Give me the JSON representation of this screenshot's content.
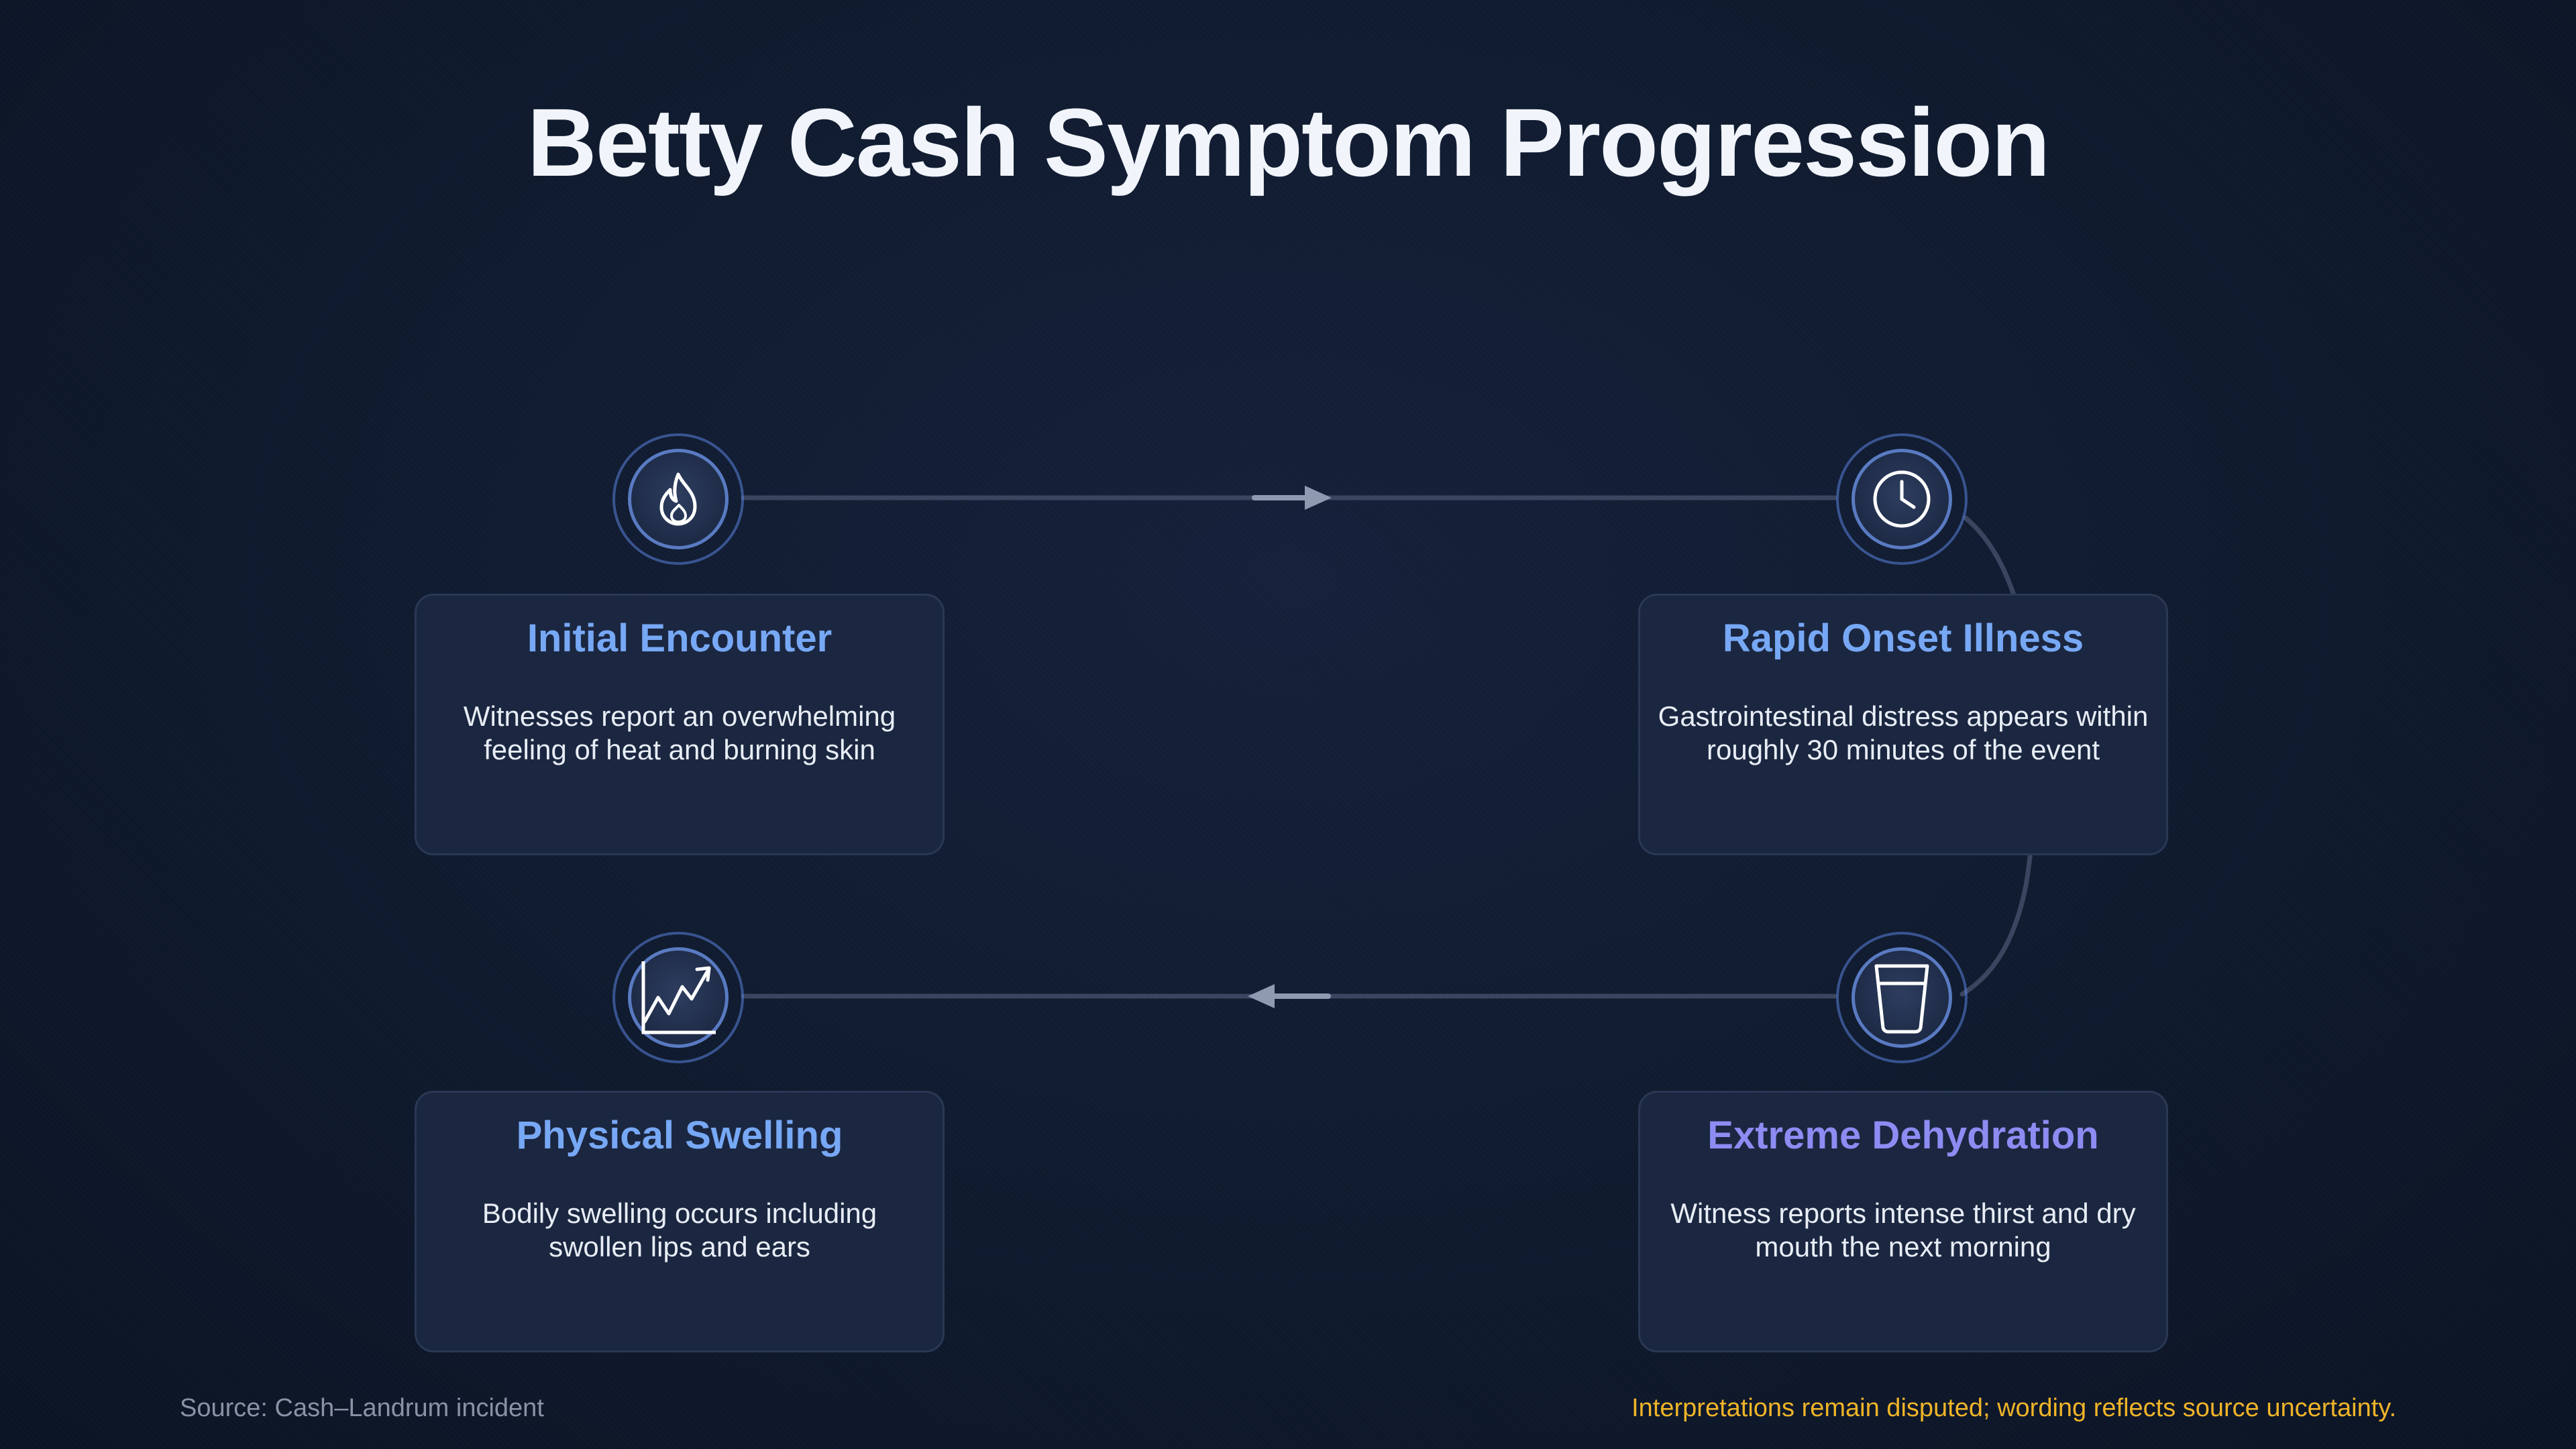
{
  "title": "Betty Cash Symptom Progression",
  "steps": [
    {
      "heading": "Initial Encounter",
      "description": "Witnesses report an overwhelming feeling of heat and burning skin",
      "icon": "flame-icon"
    },
    {
      "heading": "Rapid Onset Illness",
      "description": "Gastrointestinal distress appears within roughly 30 minutes of the event",
      "icon": "clock-icon"
    },
    {
      "heading": "Extreme Dehydration",
      "description": "Witness reports intense thirst and dry mouth the next morning",
      "icon": "water-glass-icon"
    },
    {
      "heading": "Physical Swelling",
      "description": "Bodily swelling occurs including swollen lips and ears",
      "icon": "trend-chart-icon"
    }
  ],
  "footer": {
    "source": "Source: Cash–Landrum incident",
    "note": "Interpretations remain disputed; wording reflects source uncertainty."
  },
  "colors": {
    "background": "#0f1a2e",
    "card": "#1b2740",
    "heading_blue": "#77a8f5",
    "heading_violet": "#8c8cf2",
    "note": "#f0b429"
  }
}
